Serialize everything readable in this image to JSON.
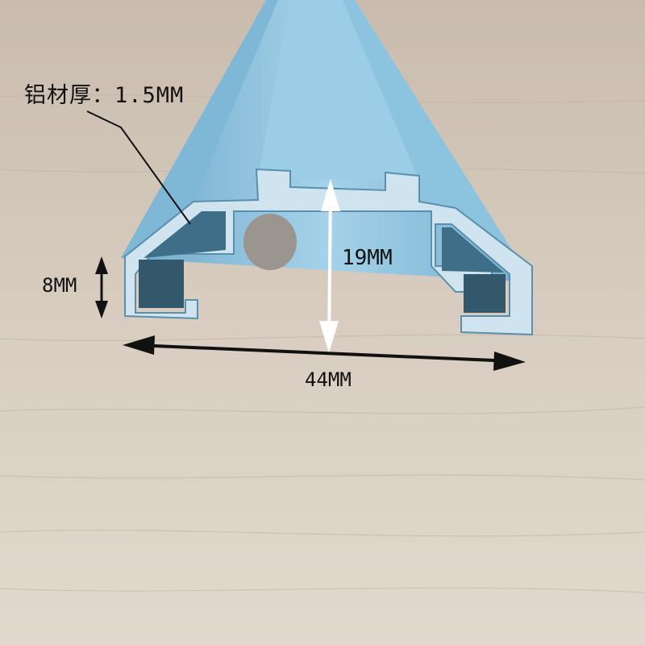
{
  "annotations": {
    "thickness": "铝材厚：1.5MM",
    "height": "8MM",
    "depth": "19MM",
    "width": "44MM"
  },
  "colors": {
    "wood": "#d9cfc4",
    "aluminum_blue": "#8ec3de",
    "arrow_black": "#111111",
    "arrow_white": "#ffffff"
  }
}
